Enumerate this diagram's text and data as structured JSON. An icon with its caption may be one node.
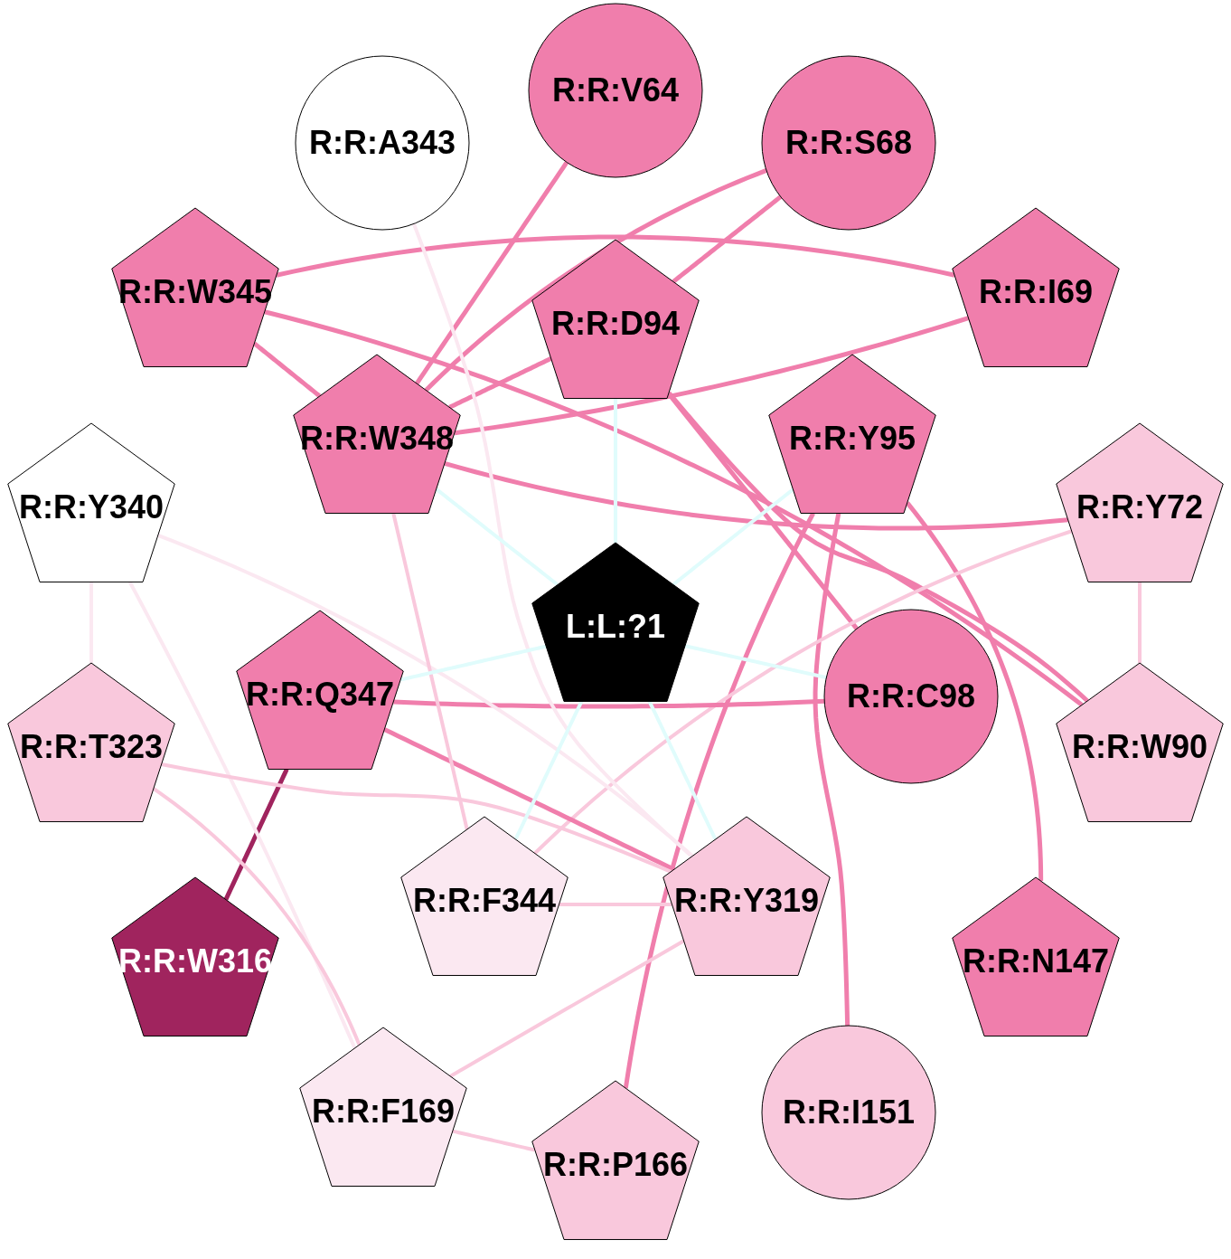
{
  "diagram": {
    "nodes": [
      {
        "text": [
          "R:R:V64"
        ]
      },
      {
        "text": [
          "R:R:A343"
        ]
      },
      {
        "text": [
          "R:R:S68"
        ]
      },
      {
        "text": [
          "R:R:W345"
        ]
      },
      {
        "text": [
          "R:R:I69"
        ]
      },
      {
        "text": [
          "R:R:D94"
        ]
      },
      {
        "text": [
          "R:R:W348"
        ]
      },
      {
        "text": [
          "R:R:Y95"
        ]
      },
      {
        "text": [
          "R:R:Y340"
        ]
      },
      {
        "text": [
          "R:R:Y72"
        ]
      },
      {
        "text": [
          "L:L:?1"
        ]
      },
      {
        "text": [
          "R:R:Q347"
        ]
      },
      {
        "text": [
          "R:R:C98"
        ]
      },
      {
        "text": [
          "R:R:T323"
        ]
      },
      {
        "text": [
          "R:R:W90"
        ]
      },
      {
        "text": [
          "R:R:F344"
        ]
      },
      {
        "text": [
          "R:R:Y319"
        ]
      },
      {
        "text": [
          "R:R:W316"
        ]
      },
      {
        "text": [
          "R:R:N147"
        ]
      },
      {
        "text": [
          "R:R:F169"
        ]
      },
      {
        "text": [
          "R:R:I151"
        ]
      },
      {
        "text": [
          "R:R:P166"
        ]
      }
    ],
    "edges": [
      {
        "from": 0,
        "to": 6,
        "arrow": "none"
      },
      {
        "from": 2,
        "to": 6,
        "arrow": "none"
      },
      {
        "from": 2,
        "to": 5,
        "arrow": "none"
      },
      {
        "from": 3,
        "to": 4,
        "arrow": "none"
      },
      {
        "from": 3,
        "to": 6,
        "arrow": "none"
      },
      {
        "from": 3,
        "to": 14,
        "arrow": "none"
      },
      {
        "from": 4,
        "to": 6,
        "arrow": "none"
      },
      {
        "from": 5,
        "to": 6,
        "arrow": "none"
      },
      {
        "from": 5,
        "to": 12,
        "arrow": "none"
      },
      {
        "from": 5,
        "to": 14,
        "arrow": "none"
      },
      {
        "from": 6,
        "to": 9,
        "arrow": "none"
      },
      {
        "from": 7,
        "to": 21,
        "arrow": "none"
      },
      {
        "from": 7,
        "to": 20,
        "arrow": "none"
      },
      {
        "from": 7,
        "to": 18,
        "arrow": "none"
      },
      {
        "from": 9,
        "to": 14,
        "arrow": "none",
        "color": "#f9c8dc"
      },
      {
        "from": 9,
        "to": 15,
        "arrow": "none",
        "color": "#f9c8dc"
      },
      {
        "from": 11,
        "to": 12,
        "arrow": "none"
      },
      {
        "from": 11,
        "to": 16,
        "arrow": "none"
      },
      {
        "from": 11,
        "to": 17,
        "arrow": "none",
        "color": "#a0245e"
      },
      {
        "from": 8,
        "to": 13,
        "arrow": "none",
        "color": "#fbe8f1"
      },
      {
        "from": 8,
        "to": 19,
        "arrow": "none",
        "color": "#fbe8f1"
      },
      {
        "from": 8,
        "to": 16,
        "arrow": "none",
        "color": "#fbe8f1"
      },
      {
        "from": 1,
        "to": 16,
        "arrow": "none",
        "color": "#fbe8f1"
      },
      {
        "from": 6,
        "to": 15,
        "arrow": "none",
        "color": "#f9c8dc"
      },
      {
        "from": 13,
        "to": 16,
        "arrow": "none",
        "color": "#f9c8dc"
      },
      {
        "from": 13,
        "to": 19,
        "arrow": "none",
        "color": "#f9c8dc"
      },
      {
        "from": 15,
        "to": 16,
        "arrow": "none",
        "color": "#f9c8dc"
      },
      {
        "from": 16,
        "to": 19,
        "arrow": "none",
        "color": "#f9c8dc"
      },
      {
        "from": 19,
        "to": 21,
        "arrow": "none",
        "color": "#f9c8dc"
      },
      {
        "from": 10,
        "to": 5,
        "arrow": "none",
        "color": "#e0fcfc"
      },
      {
        "from": 10,
        "to": 7,
        "arrow": "none",
        "color": "#e0fcfc"
      },
      {
        "from": 10,
        "to": 6,
        "arrow": "none",
        "color": "#e0fcfc"
      },
      {
        "from": 10,
        "to": 11,
        "arrow": "none",
        "color": "#e0fcfc"
      },
      {
        "from": 10,
        "to": 12,
        "arrow": "none",
        "color": "#e0fcfc"
      },
      {
        "from": 10,
        "to": 15,
        "arrow": "none",
        "color": "#e0fcfc"
      },
      {
        "from": 10,
        "to": 16,
        "arrow": "none",
        "color": "#e0fcfc"
      }
    ]
  }
}
